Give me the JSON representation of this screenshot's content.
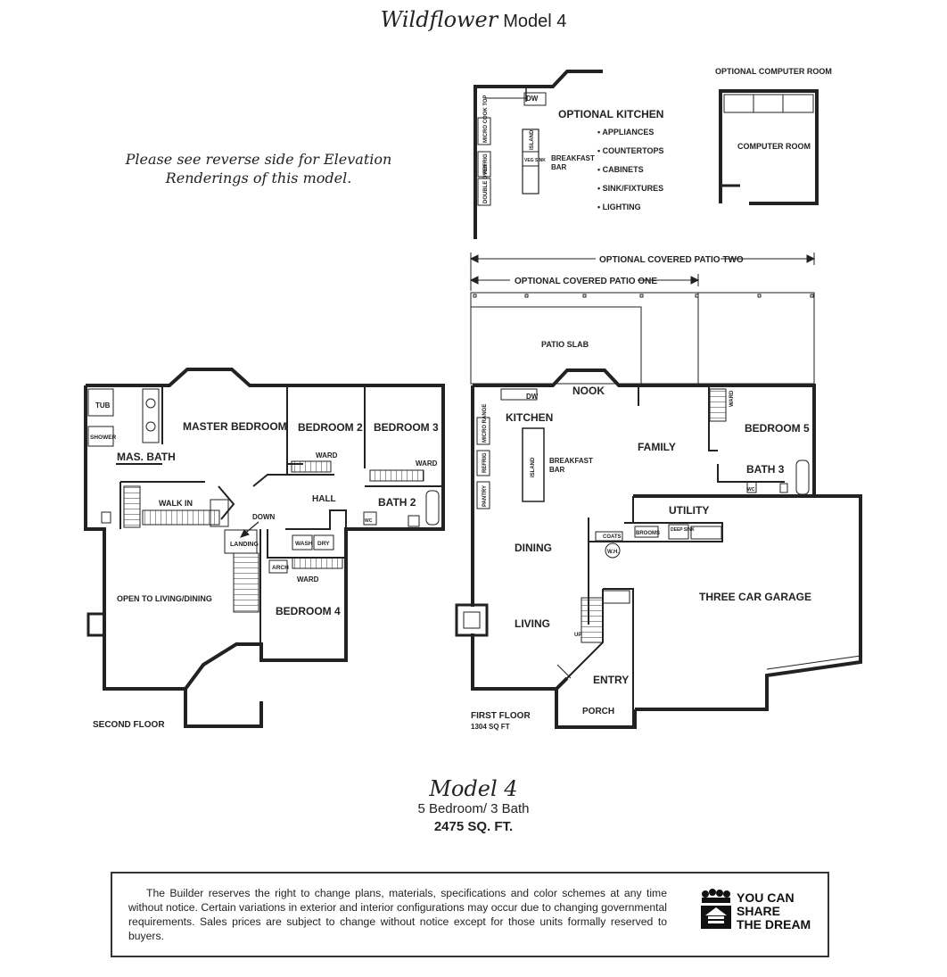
{
  "header": {
    "title_script": "Wildflower",
    "title_plain": "Model 4"
  },
  "note": {
    "line1": "Please see reverse side for Elevation",
    "line2": "Renderings of this model."
  },
  "optional_kitchen": {
    "title": "OPTIONAL KITCHEN",
    "items": [
      "• APPLIANCES",
      "• COUNTERTOPS",
      "• CABINETS",
      "• SINK/FIXTURES",
      "• LIGHTING"
    ],
    "dw": "DW",
    "micro": "MICRO COOK TOP",
    "refrig": "REFRIG",
    "double_oven": "DOUBLE OVEN",
    "island": "ISLAND",
    "veg_sink": "VEG SINK",
    "breakfast_bar": [
      "BREAKFAST",
      "BAR"
    ]
  },
  "optional_computer": {
    "title": "OPTIONAL COMPUTER ROOM",
    "room": "COMPUTER ROOM"
  },
  "patio": {
    "two": "OPTIONAL COVERED PATIO TWO",
    "one": "OPTIONAL COVERED PATIO ONE",
    "slab": "PATIO SLAB"
  },
  "first_floor": {
    "nook": "NOOK",
    "kitchen": "KITCHEN",
    "family": "FAMILY",
    "bedroom5": "BEDROOM 5",
    "bath3": "BATH 3",
    "utility": "UTILITY",
    "dining": "DINING",
    "living": "LIVING",
    "garage": "THREE CAR GARAGE",
    "entry": "ENTRY",
    "porch": "PORCH",
    "breakfast_bar": [
      "BREAKFAST",
      "BAR"
    ],
    "island": "ISLAND",
    "micro_range": "MICRO RANGE",
    "refrig": "REFRIG",
    "pantry": "PANTRY",
    "dw": "DW",
    "ward": "WARD",
    "coats": "COATS",
    "brooms": "BROOMS",
    "deep_sink": "DEEP SINK",
    "wh": "W.H.",
    "wc": "WC",
    "up": "UP",
    "caption": "FIRST FLOOR",
    "sqft": "1304 SQ FT"
  },
  "second_floor": {
    "master": "MASTER BEDROOM",
    "bedroom2": "BEDROOM 2",
    "bedroom3": "BEDROOM 3",
    "mas_bath": "MAS. BATH",
    "tub": "TUB",
    "shower": "SHOWER",
    "walk_in": "WALK IN",
    "hall": "HALL",
    "bath2": "BATH 2",
    "down": "DOWN",
    "landing": "LANDING",
    "wash": "WASH",
    "dry": "DRY",
    "arch": "ARCH",
    "ward": "WARD",
    "bedroom4": "BEDROOM 4",
    "open_to": "OPEN TO LIVING/DINING",
    "wc": "WC",
    "caption": "SECOND FLOOR"
  },
  "model": {
    "name": "Model 4",
    "beds": "5 Bedroom/ 3 Bath",
    "sqft": "2475 SQ. FT."
  },
  "disclaimer": "The Builder reserves the right to change plans, materials, specifications and color schemes at any time without notice. Certain variations in exterior and interior configurations may occur due to changing governmental requirements. Sales prices are subject to change without notice except for those units formally reserved to buyers.",
  "logo": {
    "line1": "YOU CAN",
    "line2": "SHARE",
    "line3": "THE DREAM",
    "icon": "equal-housing-house-icon"
  }
}
